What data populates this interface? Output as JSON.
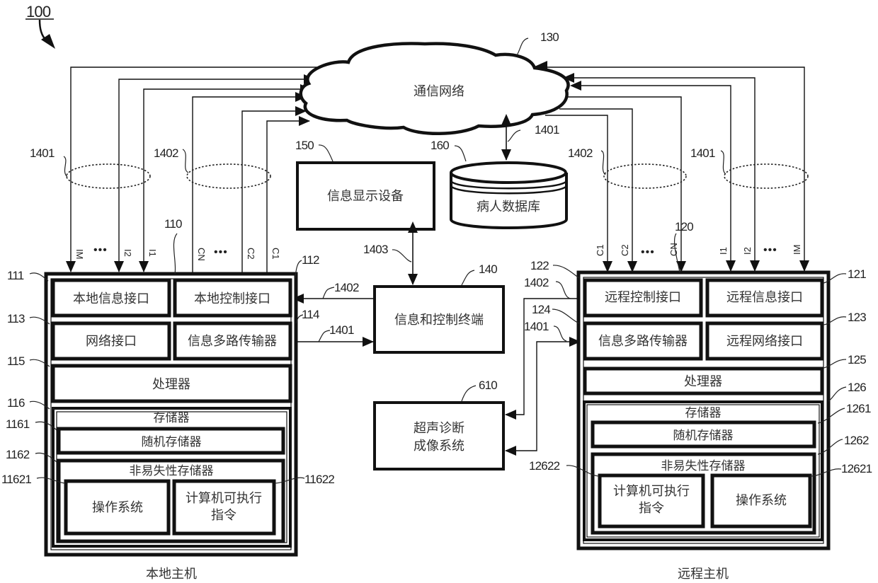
{
  "figure_ref": "100",
  "network": {
    "ref": "130",
    "label": "通信网络"
  },
  "display_device": {
    "ref": "150",
    "label": "信息显示设备"
  },
  "patient_db": {
    "ref": "160",
    "label": "病人数据库",
    "link_ref": "1401"
  },
  "terminal": {
    "ref": "140",
    "label": "信息和控制终端",
    "link_display_ref": "1403",
    "link_control_ref": "1402",
    "link_info_ref": "1401"
  },
  "ultrasound": {
    "ref": "610",
    "label_line1": "超声诊断",
    "label_line2": "成像系统"
  },
  "bundles": {
    "local_info": "1401",
    "local_ctrl": "1402",
    "remote_ctrl": "1402",
    "remote_info": "1401"
  },
  "signals": {
    "info": [
      "IM",
      "I2",
      "I1"
    ],
    "ctrl_local": [
      "CN",
      "C2",
      "C1"
    ],
    "ctrl_remote": [
      "C1",
      "C2",
      "CN"
    ],
    "info_remote": [
      "I1",
      "I2",
      "IM"
    ],
    "ellipsis": "•••"
  },
  "local_host": {
    "ref": "110",
    "caption": "本地主机",
    "info_interface": {
      "ref": "111",
      "label": "本地信息接口"
    },
    "ctrl_interface": {
      "ref": "112",
      "label": "本地控制接口"
    },
    "network_interface": {
      "ref": "113",
      "label": "网络接口"
    },
    "multiplexer": {
      "ref": "114",
      "label": "信息多路传输器"
    },
    "processor": {
      "ref": "115",
      "label": "处理器"
    },
    "memory": {
      "ref": "116",
      "label": "存储器"
    },
    "ram": {
      "ref": "1161",
      "label": "随机存储器"
    },
    "nvm": {
      "ref": "1162",
      "label": "非易失性存储器"
    },
    "os": {
      "ref": "11621",
      "label": "操作系统"
    },
    "instructions": {
      "ref": "11622",
      "label_line1": "计算机可执行",
      "label_line2": "指令"
    }
  },
  "remote_host": {
    "ref": "120",
    "caption": "远程主机",
    "info_interface": {
      "ref": "121",
      "label": "远程信息接口"
    },
    "ctrl_interface": {
      "ref": "122",
      "label": "远程控制接口"
    },
    "network_interface": {
      "ref": "123",
      "label": "远程网络接口"
    },
    "multiplexer": {
      "ref": "124",
      "label": "信息多路传输器"
    },
    "processor": {
      "ref": "125",
      "label": "处理器"
    },
    "memory": {
      "ref": "126",
      "label": "存储器"
    },
    "ram": {
      "ref": "1261",
      "label": "随机存储器"
    },
    "nvm": {
      "ref": "1262",
      "label": "非易失性存储器"
    },
    "os": {
      "ref": "12621",
      "label": "操作系统"
    },
    "instructions": {
      "ref": "12622",
      "label_line1": "计算机可执行",
      "label_line2": "指令"
    },
    "link_control_ref": "1402",
    "link_info_ref": "1401"
  }
}
